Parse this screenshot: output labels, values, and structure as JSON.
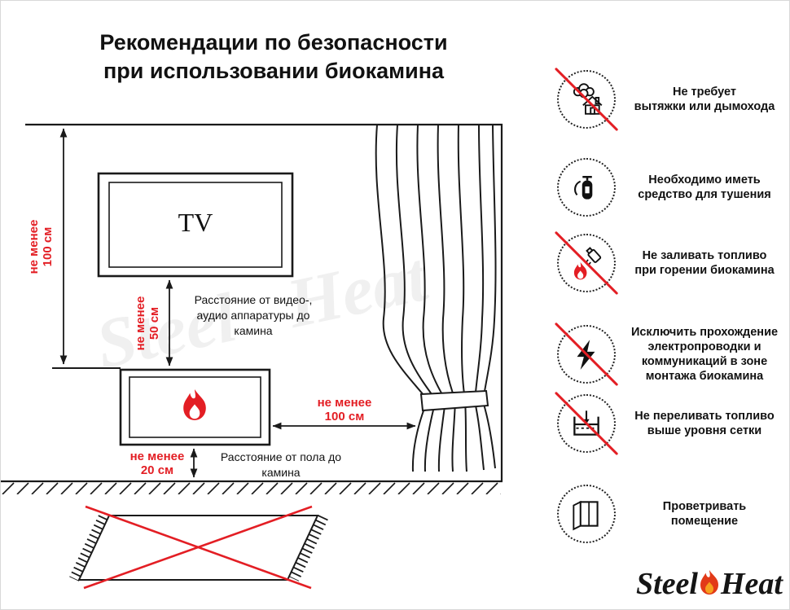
{
  "title": {
    "line1": "Рекомендации по безопасности",
    "line2": "при использовании биокамина"
  },
  "colors": {
    "accent_red": "#e31e24",
    "ink": "#1a1a1a"
  },
  "diagram": {
    "tv_label": "TV",
    "dim_ceiling_to_fireplace": "не менее\n100 см",
    "dim_tv_to_fireplace": "не менее\n50 см",
    "dim_fireplace_to_curtain": "не менее\n100 см",
    "dim_floor_to_fireplace": "не менее\n20 см",
    "label_av_distance": "Расстояние от видео-,\nаудио аппаратуры до\nкамина",
    "label_floor_distance": "Расстояние от пола до\nкамина",
    "watermark": "Steel Heat"
  },
  "recommendations": [
    {
      "icon": "no-chimney-icon",
      "prohibited": true,
      "text": "Не требует\nвытяжки или дымохода"
    },
    {
      "icon": "extinguisher-icon",
      "prohibited": false,
      "text": "Необходимо иметь\nсредство для тушения"
    },
    {
      "icon": "no-refuel-while-burning-icon",
      "prohibited": true,
      "text": "Не заливать топливо\nпри горении биокамина"
    },
    {
      "icon": "no-electrical-wiring-icon",
      "prohibited": true,
      "text": "Исключить прохождение\nэлектропроводки и\nкоммуникаций в зоне\nмонтажа биокамина"
    },
    {
      "icon": "no-overfill-icon",
      "prohibited": true,
      "text": "Не переливать топливо\nвыше уровня сетки"
    },
    {
      "icon": "ventilate-room-icon",
      "prohibited": false,
      "text": "Проветривать\nпомещение"
    }
  ],
  "logo": {
    "part1": "Steel",
    "part2": "Heat"
  }
}
